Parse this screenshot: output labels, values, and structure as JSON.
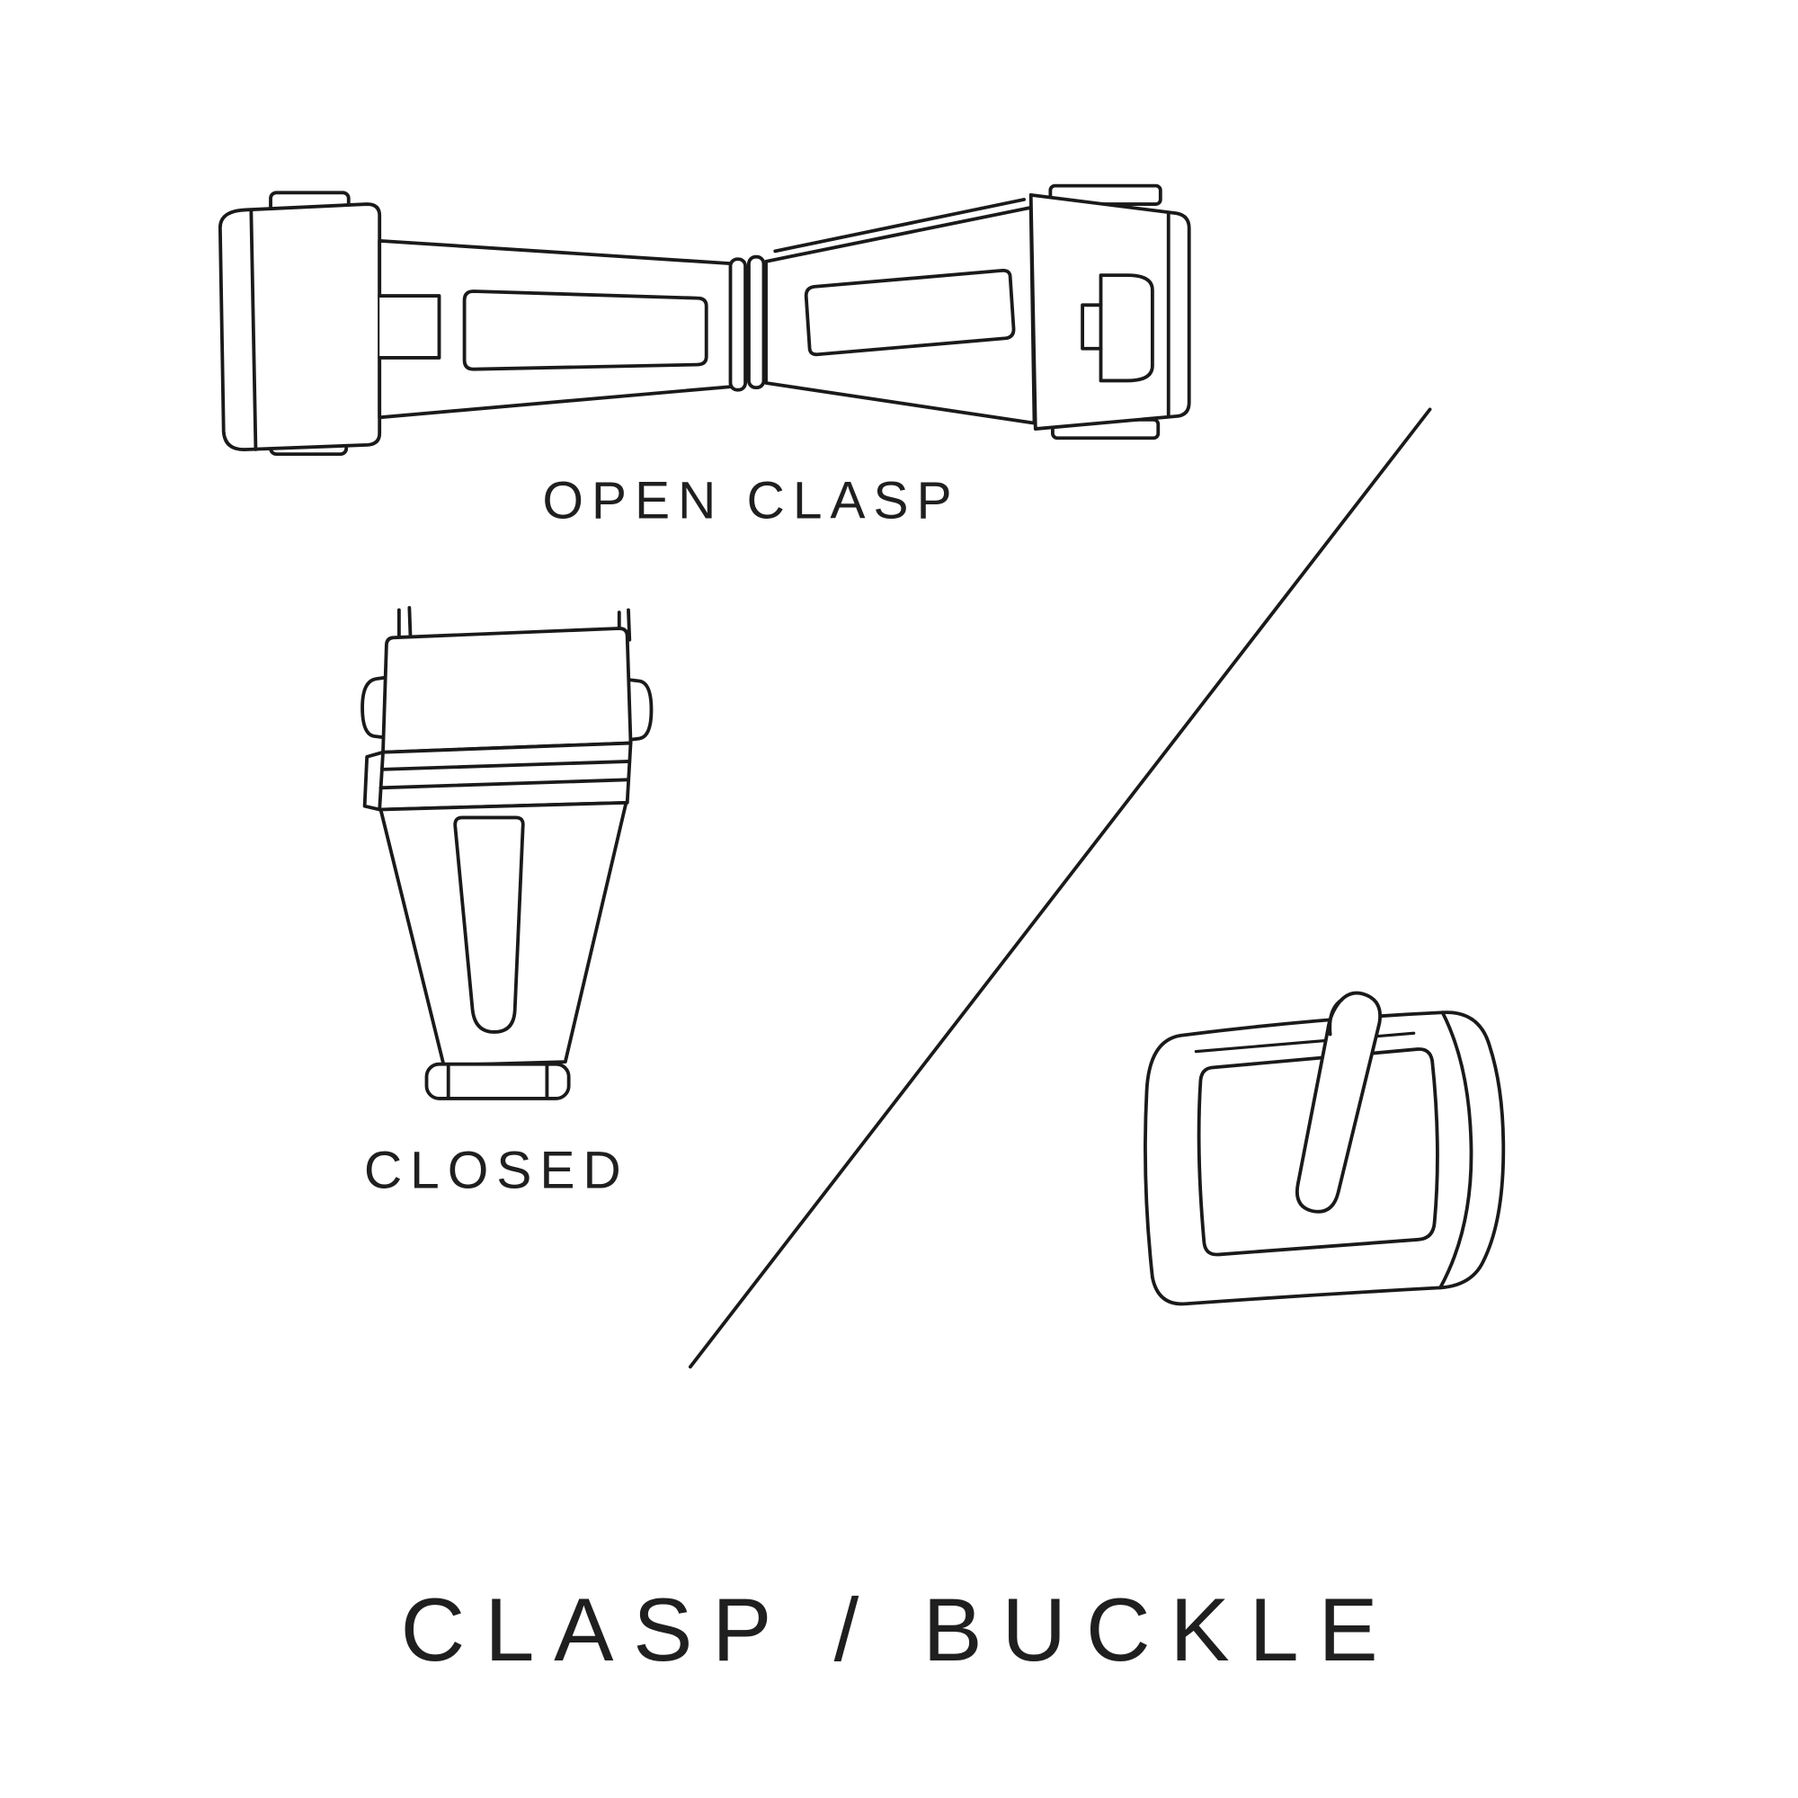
{
  "page": {
    "background_color": "#ffffff",
    "line_color": "#1a1a1a",
    "text_color": "#1f1f1f"
  },
  "diagram": {
    "title": "CLASP / BUCKLE",
    "open_clasp_label": "OPEN CLASP",
    "closed_label": "CLOSED",
    "illustrations": {
      "open_clasp": "open-clasp-line-art",
      "closed_clasp": "closed-clasp-line-art",
      "buckle": "tang-buckle-line-art"
    }
  }
}
